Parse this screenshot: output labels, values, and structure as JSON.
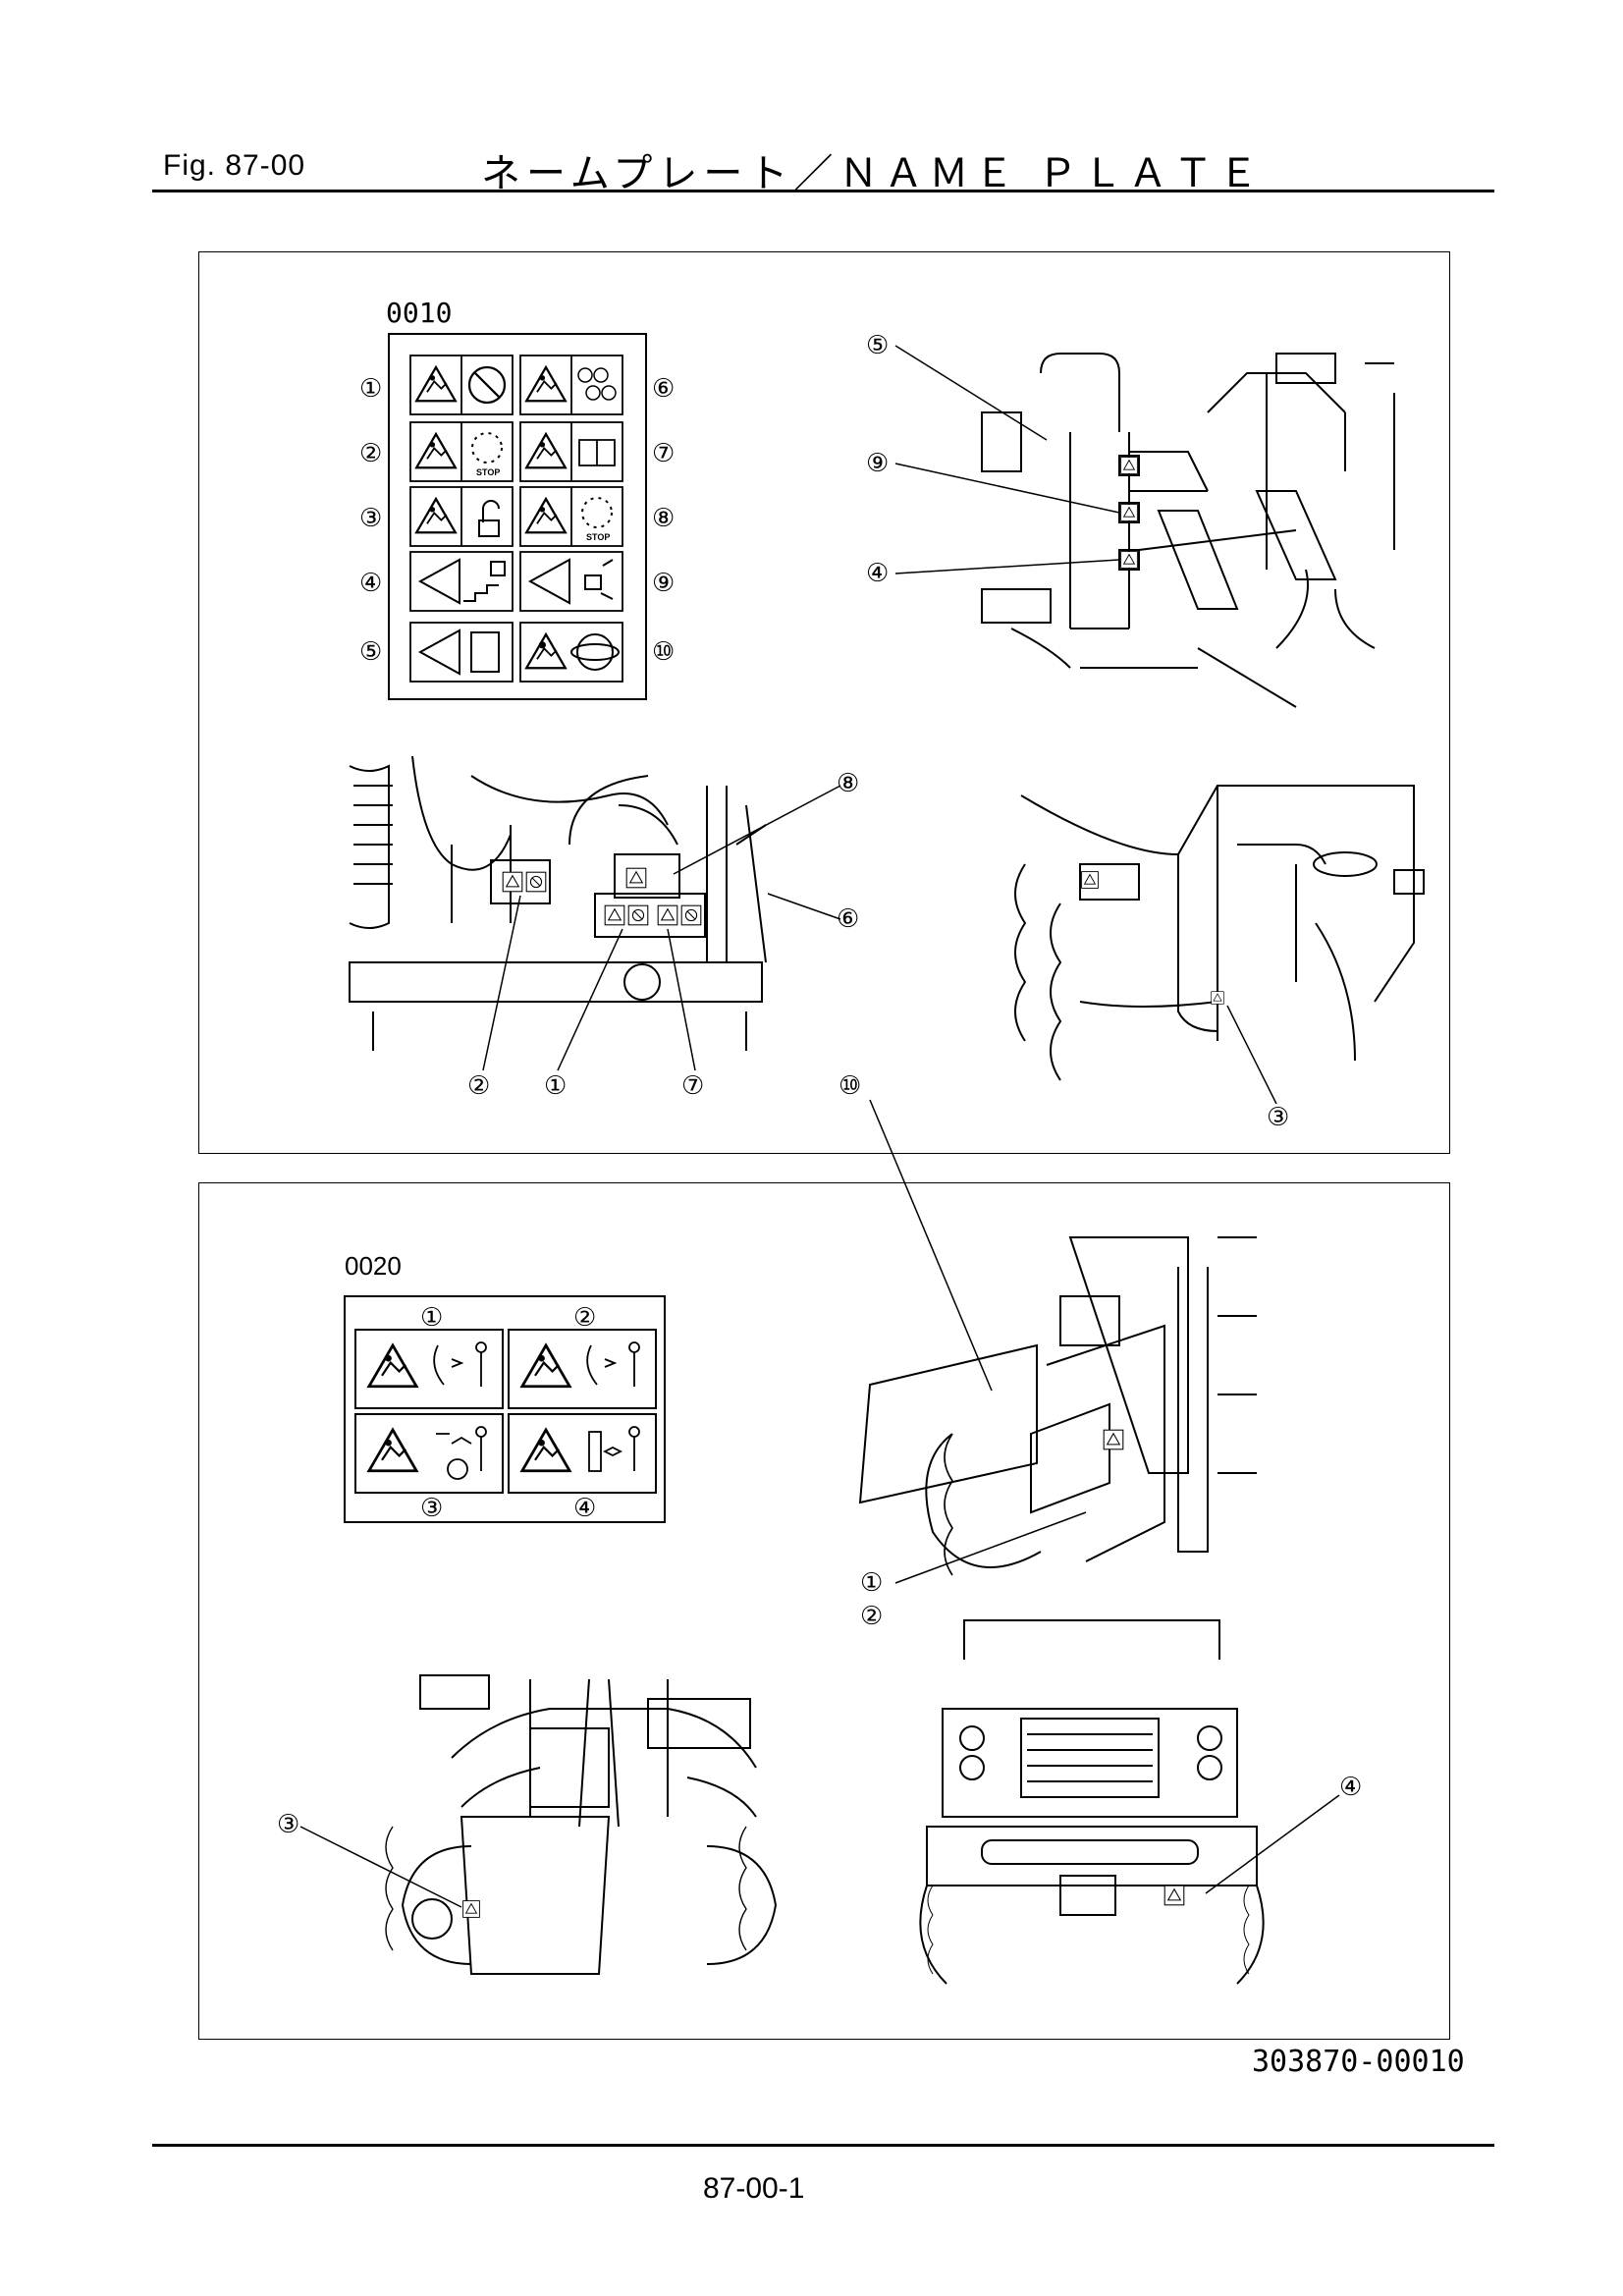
{
  "header": {
    "fig_label": "Fig.  87-00",
    "title": "ネームプレート／ＮＡＭＥ ＰＬＡＴＥ"
  },
  "panel_top": {
    "code": "0010",
    "sheet_labels_left": [
      "①",
      "②",
      "③",
      "④",
      "⑤"
    ],
    "sheet_labels_right": [
      "⑥",
      "⑦",
      "⑧",
      "⑨",
      "⑩"
    ],
    "sticker_text": [
      "STOP",
      "STOP"
    ],
    "callouts_dashboard": [
      "⑤",
      "⑨",
      "④"
    ],
    "callouts_engine": [
      "⑧",
      "⑥",
      "②",
      "①",
      "⑦"
    ],
    "callout_fender": "③",
    "callout_link": "⑩"
  },
  "panel_bottom": {
    "code": "0020",
    "sheet_labels_top": [
      "①",
      "②"
    ],
    "sheet_labels_bottom": [
      "③",
      "④"
    ],
    "callouts_loader": [
      "①",
      "②"
    ],
    "callout_front_left": "③",
    "callout_front": "④"
  },
  "footer": {
    "drawing_number": "303870-00010",
    "page_number": "87-00-1"
  }
}
